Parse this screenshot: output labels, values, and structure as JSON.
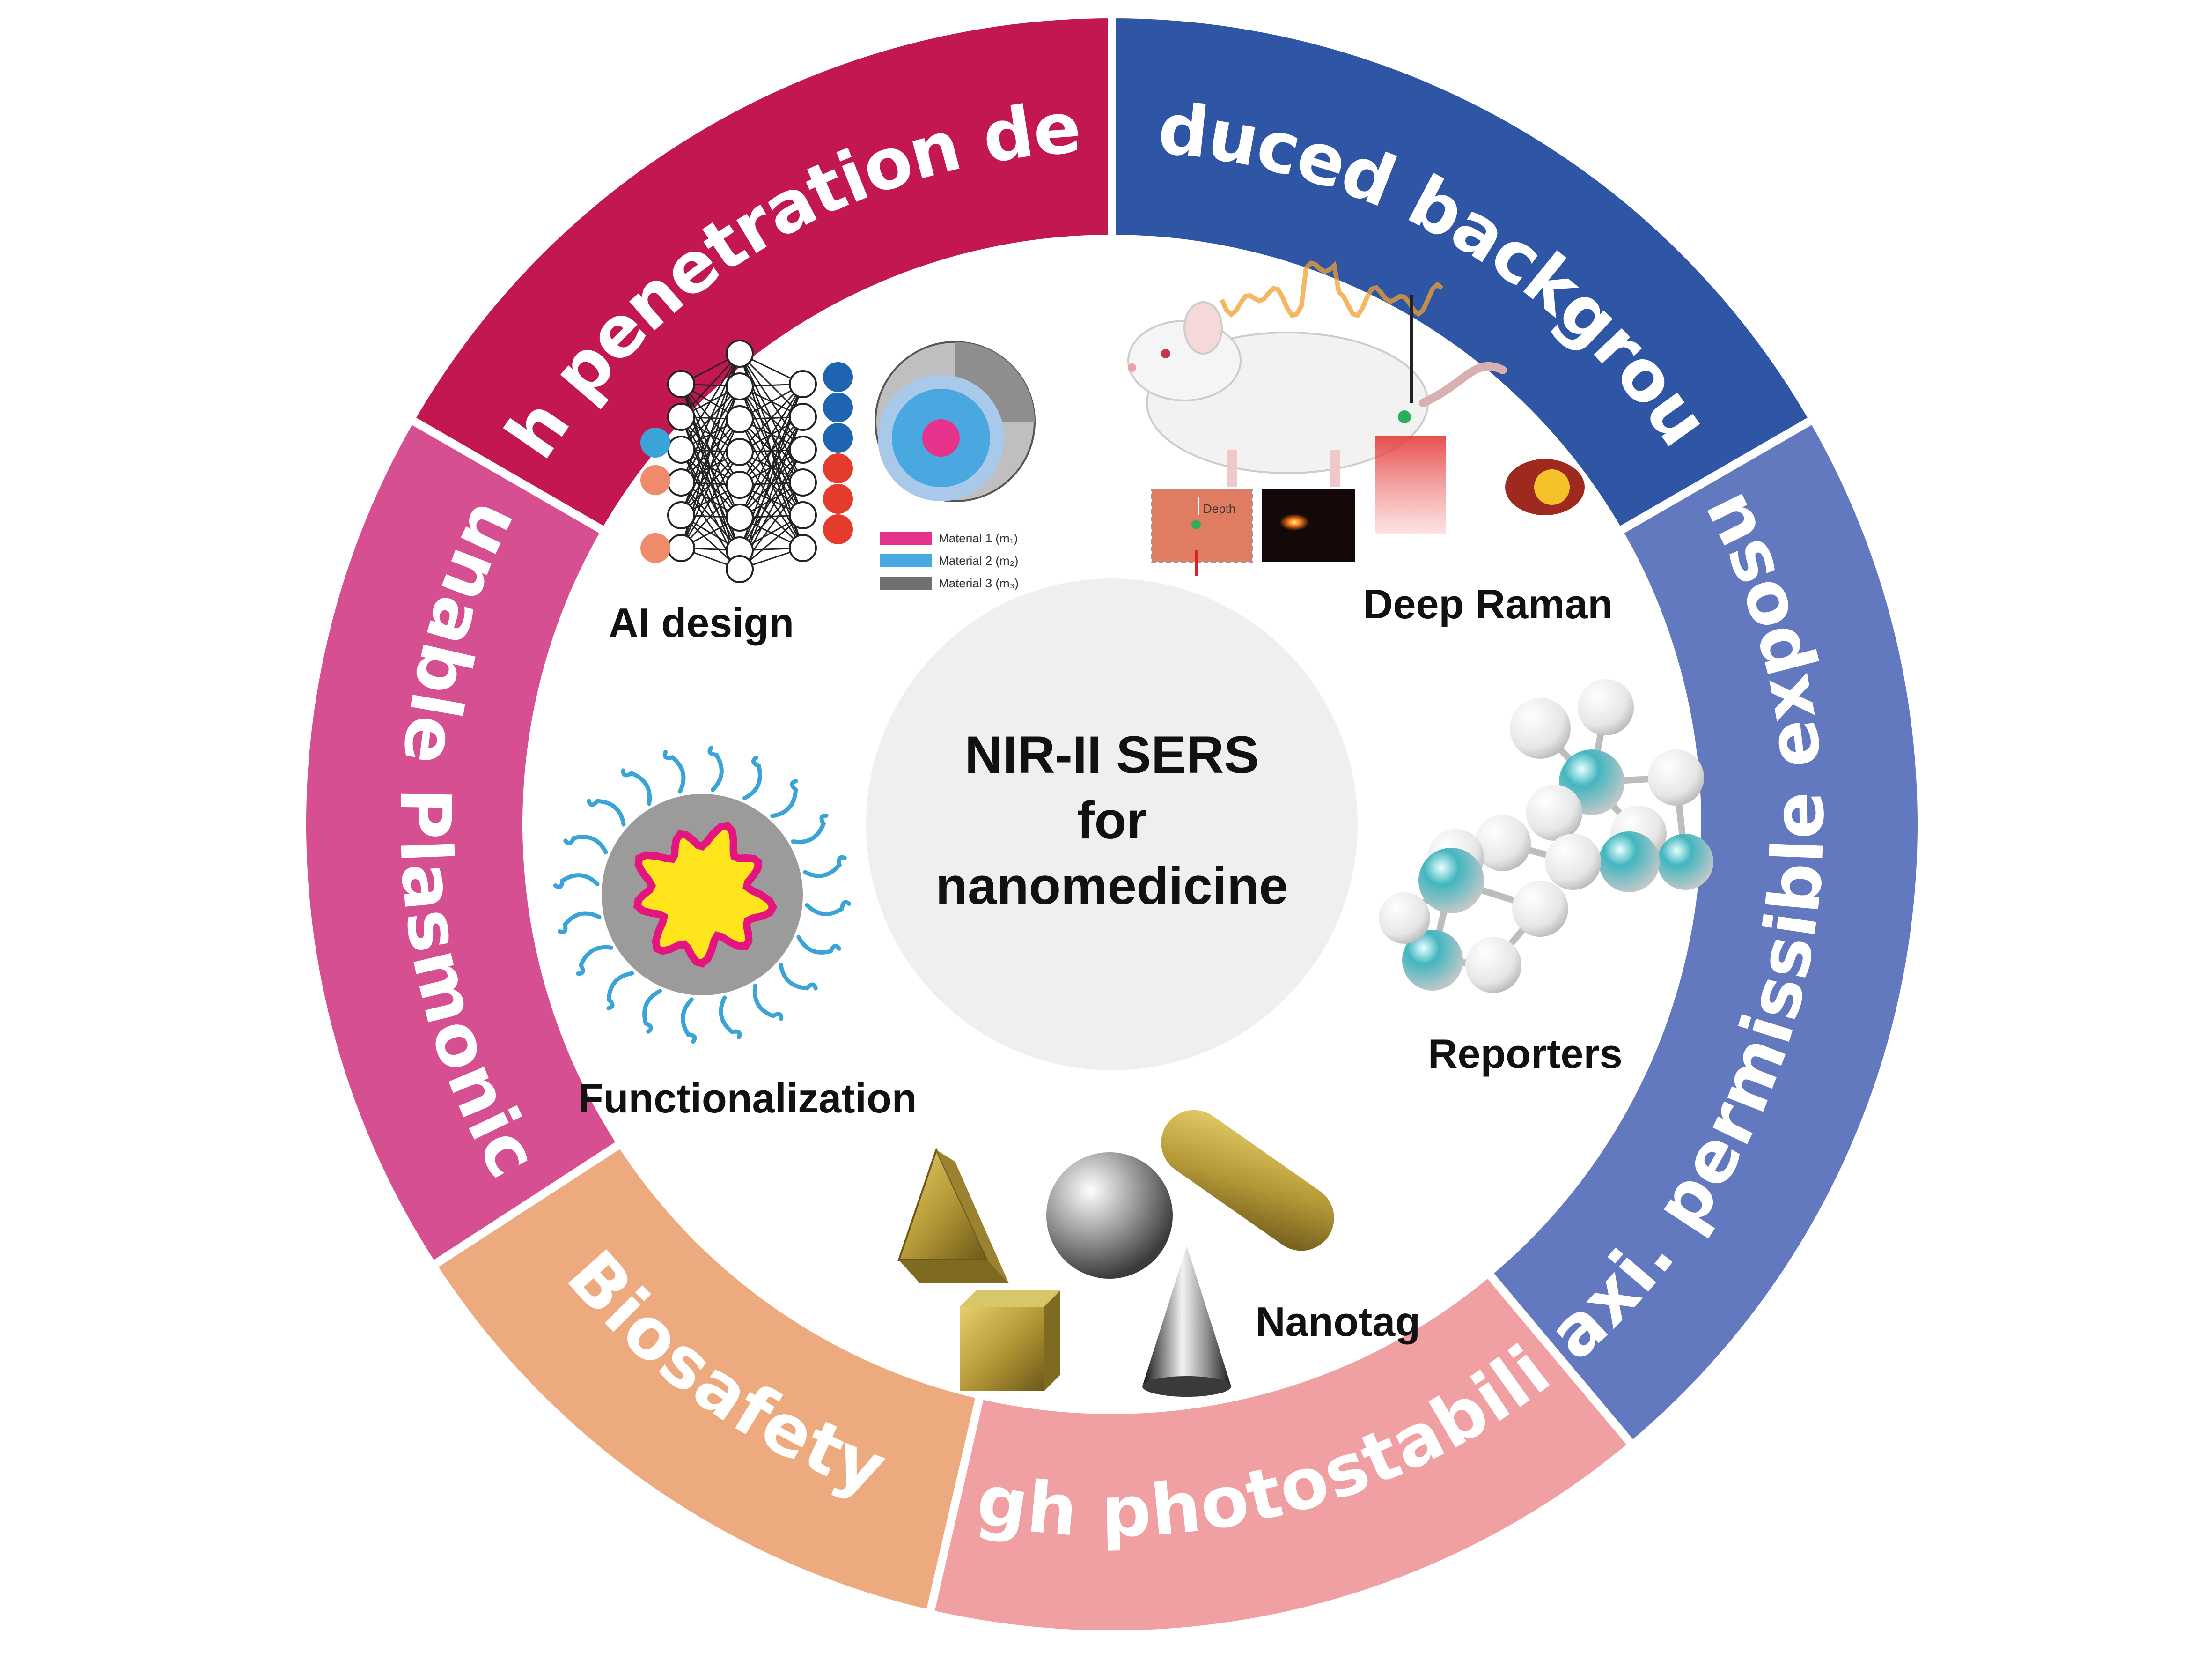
{
  "center": {
    "line1": "NIR-II SERS",
    "line2": "for",
    "line3": "nanomedicine"
  },
  "segments": [
    {
      "label": "High penetration depth",
      "color": "#c2174f"
    },
    {
      "label": "Reduced background",
      "color": "#2f56a5"
    },
    {
      "label": "Maxi. permissible exposure",
      "color": "#6379bf"
    },
    {
      "label": "High photostability",
      "color": "#f0a0a2"
    },
    {
      "label": "Biosafety",
      "color": "#edaa7f"
    },
    {
      "label": "Tunable Plasmonics",
      "color": "#d64f91"
    }
  ],
  "inner_labels": {
    "ai_design": "AI design",
    "deep_raman": "Deep Raman",
    "reporters": "Reporters",
    "functionalization": "Functionalization",
    "nanotag": "Nanotag"
  },
  "ai_legend": {
    "m1": "Material 1 (m₁)",
    "m2": "Material 2 (m₂)",
    "m3": "Material 3 (m₃)"
  },
  "depth_label": "Depth",
  "colors": {
    "center_disc": "#efefef",
    "nanoparticle_core": "#ffe51c",
    "nanoparticle_rim": "#e5157f",
    "nanoparticle_shell": "#9b9b9b",
    "ligand": "#3aa4d8",
    "gold": "#b99a3c",
    "reporter_atom": "#2aa3b0"
  }
}
